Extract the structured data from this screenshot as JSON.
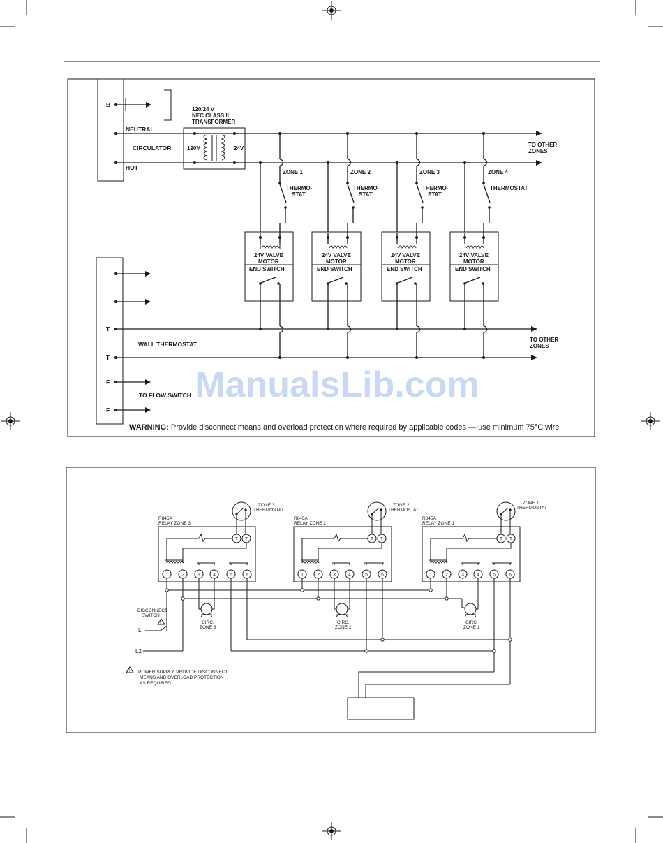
{
  "diagram1": {
    "terminal_b": "B",
    "neutral": "NEUTRAL",
    "circulator": "CIRCULATOR",
    "hot": "HOT",
    "transformer": [
      "120/24 V",
      "NEC CLASS II",
      "TRANSFORMER"
    ],
    "primary": "120V",
    "secondary": "24V",
    "to_other_zones": [
      "TO OTHER",
      "ZONES"
    ],
    "zones": [
      {
        "label": "ZONE 1",
        "thermostat": [
          "THERMO-",
          "STAT"
        ]
      },
      {
        "label": "ZONE 2",
        "thermostat": [
          "THERMO-",
          "STAT"
        ]
      },
      {
        "label": "ZONE 3",
        "thermostat": [
          "THERMO-",
          "STAT"
        ]
      },
      {
        "label": "ZONE 4",
        "thermostat": [
          "THERMOSTAT"
        ]
      }
    ],
    "valve": [
      "24V VALVE",
      "MOTOR"
    ],
    "end_switch": "END SWITCH",
    "terminal_t": "T",
    "wall_thermostat": "WALL THERMOSTAT",
    "terminal_f": "F",
    "to_flow_switch": "TO FLOW SWITCH",
    "warning_bold": "WARNING:",
    "warning_text": " Provide disconnect means and overload protection where required by applicable codes — use minimum 75°C wire"
  },
  "watermark": "ManualsLib.com",
  "diagram2": {
    "relays": [
      {
        "model": "R845A",
        "label": "RELAY ZONE 3",
        "thermostat": [
          "ZONE 3",
          "THERMOSTAT"
        ],
        "circ": [
          "CIRC.",
          "ZONE 3"
        ]
      },
      {
        "model": "R845A",
        "label": "RELAY ZONE 2",
        "thermostat": [
          "ZONE 2",
          "THERMOSTAT"
        ],
        "circ": [
          "CIRC.",
          "ZONE 2"
        ]
      },
      {
        "model": "R845A",
        "label": "RELAY ZONE 1",
        "thermostat": [
          "ZONE 1",
          "THERMOSTAT"
        ],
        "circ": [
          "CIRC.",
          "ZONE 1"
        ]
      }
    ],
    "terminal_t": "T",
    "terminal_numbers": [
      "1",
      "2",
      "3",
      "4",
      "5",
      "6"
    ],
    "disconnect": [
      "DISCONNECT",
      "SWITCH"
    ],
    "l1": "LI",
    "l2": "L2",
    "note": [
      "POWER SUPPLY. PROVIDE DISCONNECT",
      "MEANS AND OVERLOAD PROTECTION",
      "AS REQUIRED."
    ]
  }
}
